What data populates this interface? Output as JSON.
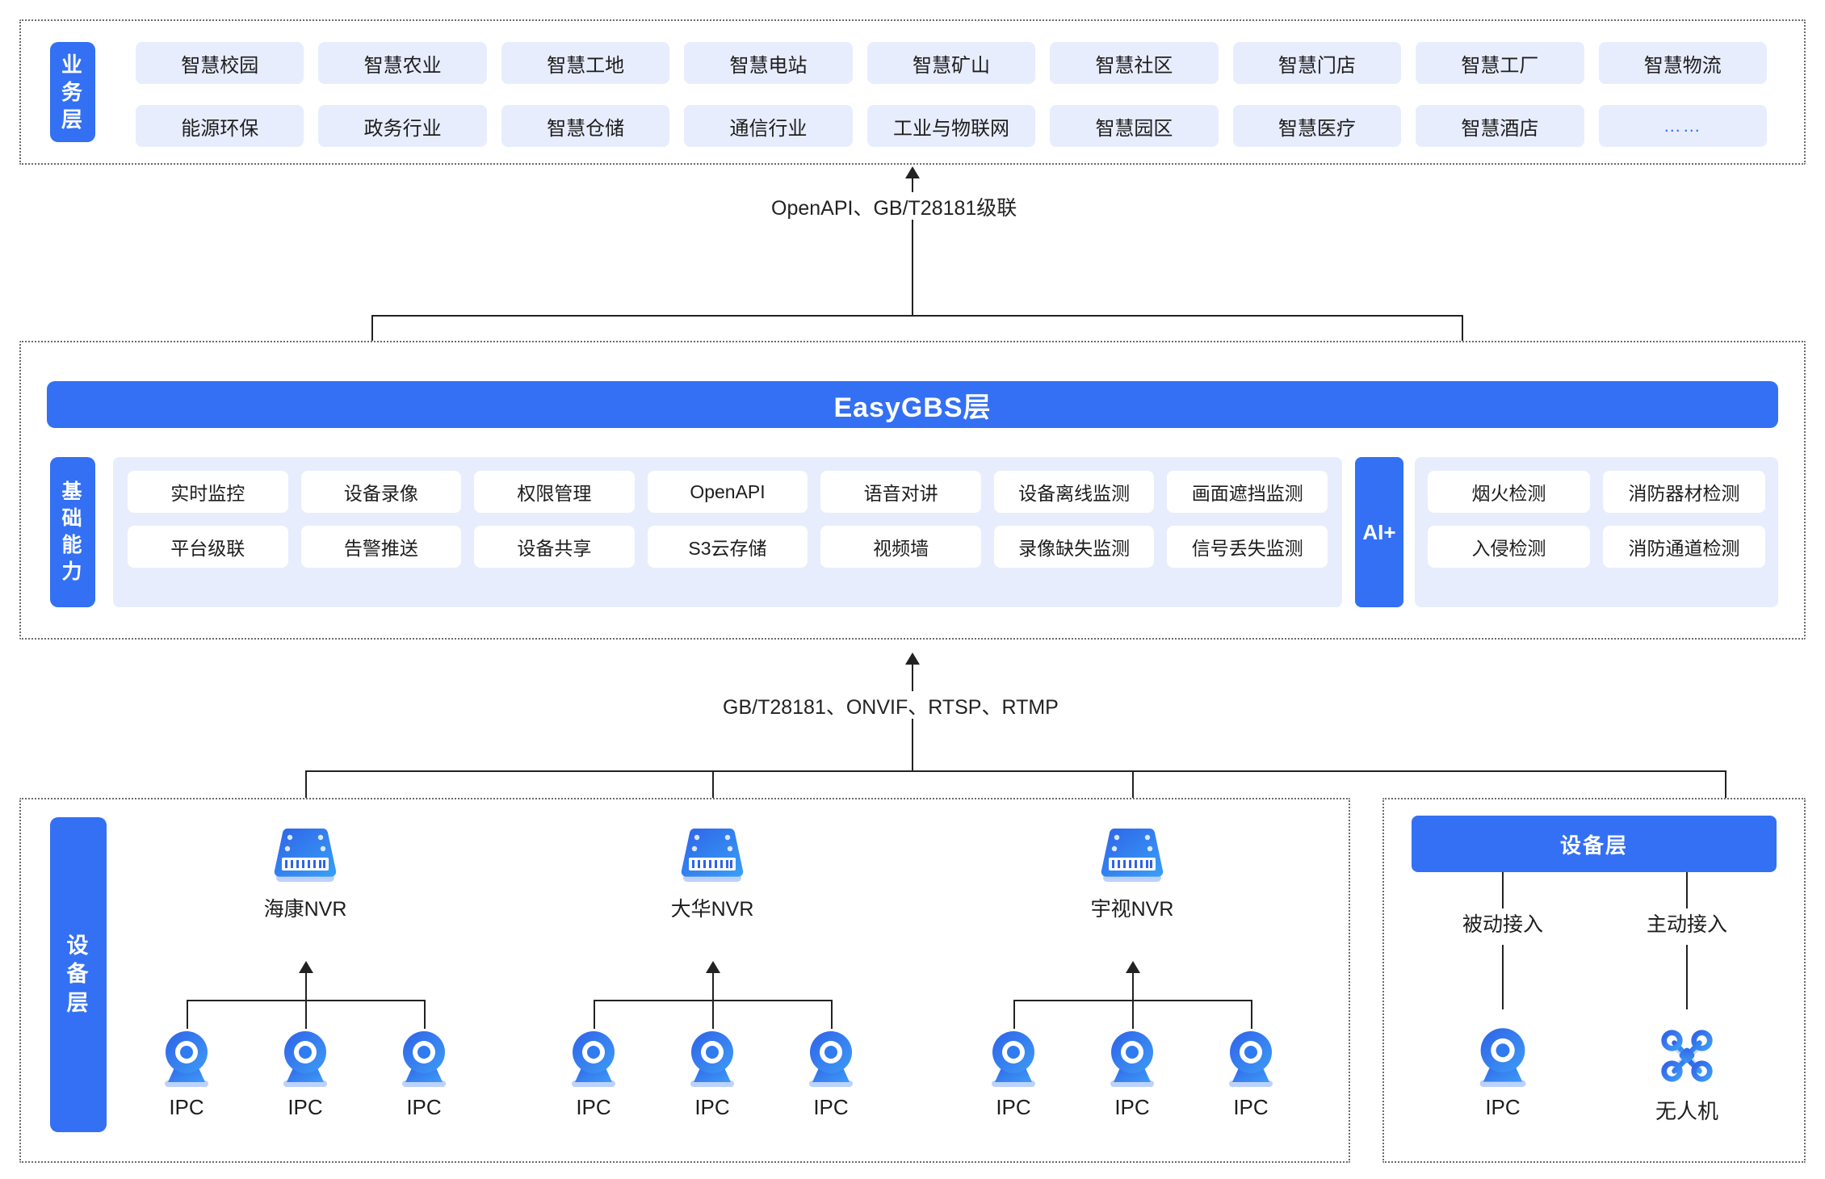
{
  "business_layer": {
    "side_label": "业务层",
    "items": [
      "智慧校园",
      "智慧农业",
      "智慧工地",
      "智慧电站",
      "智慧矿山",
      "智慧社区",
      "智慧门店",
      "智慧工厂",
      "智慧物流",
      "能源环保",
      "政务行业",
      "智慧仓储",
      "通信行业",
      "工业与物联网",
      "智慧园区",
      "智慧医疗",
      "智慧酒店",
      "……"
    ]
  },
  "connectors": {
    "top": "OpenAPI、GB/T28181级联",
    "bottom": "GB/T28181、ONVIF、RTSP、RTMP"
  },
  "platform_layer": {
    "title": "EasyGBS层",
    "side_label": "基础能力",
    "capabilities_row1": [
      "实时监控",
      "设备录像",
      "权限管理",
      "OpenAPI",
      "语音对讲",
      "设备离线监测",
      "画面遮挡监测"
    ],
    "capabilities_row2": [
      "平台级联",
      "告警推送",
      "设备共享",
      "S3云存储",
      "视频墙",
      "录像缺失监测",
      "信号丢失监测"
    ],
    "ai_label": "AI+",
    "ai_row1": [
      "烟火检测",
      "消防器材检测"
    ],
    "ai_row2": [
      "入侵检测",
      "消防通道检测"
    ]
  },
  "device_layer_left": {
    "side_label": "设备层",
    "nvrs": [
      {
        "name": "海康NVR",
        "icon": "nvr-icon",
        "cameras": [
          "IPC",
          "IPC",
          "IPC"
        ]
      },
      {
        "name": "大华NVR",
        "icon": "nvr-icon",
        "cameras": [
          "IPC",
          "IPC",
          "IPC"
        ]
      },
      {
        "name": "宇视NVR",
        "icon": "nvr-icon",
        "cameras": [
          "IPC",
          "IPC",
          "IPC"
        ]
      }
    ]
  },
  "device_layer_right": {
    "title": "设备层",
    "branches": [
      {
        "access": "被动接入",
        "device": "IPC",
        "icon": "camera-icon"
      },
      {
        "access": "主动接入",
        "device": "无人机",
        "icon": "drone-icon"
      }
    ]
  },
  "colors": {
    "brand_blue": "#3370f3",
    "chip_bg": "#e8edfd",
    "panel_border": "#6b6b6b",
    "line": "#222222"
  }
}
